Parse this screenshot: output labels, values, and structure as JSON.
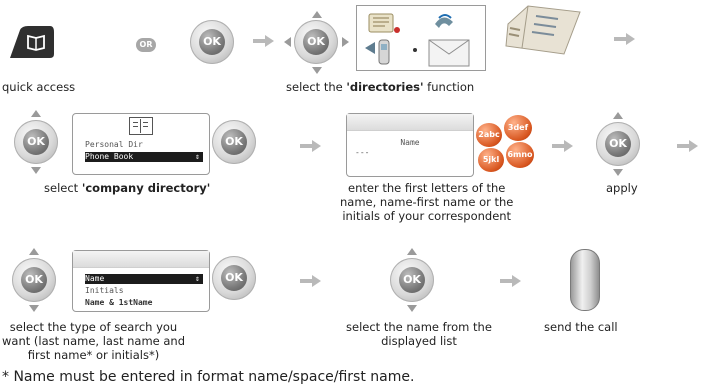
{
  "step1": {
    "caption": "quick access",
    "or_label": "OR",
    "ok_label": "OK",
    "caption_prefix": "select the ",
    "caption_bold": "'directories'",
    "caption_suffix": " function"
  },
  "step2": {
    "menu_items": [
      "Personal Dir",
      "Phone Book"
    ],
    "selected_index": 1,
    "caption_prefix": "select ",
    "caption_bold": "'company directory'",
    "ok_label": "OK",
    "name_screen_title": "Name",
    "name_screen_input": "---",
    "keys": [
      "2abc",
      "3def",
      "5jkl",
      "6mno"
    ],
    "enter_caption": [
      "enter the first letters of the",
      "name, name-first name or the",
      "initials of your correspondent"
    ],
    "apply_caption": "apply"
  },
  "step3": {
    "menu_items": [
      "Name",
      "Initials",
      "Name & 1stName"
    ],
    "selected_index": 0,
    "ok_label": "OK",
    "search_caption": [
      "select the type of search you",
      "want (last name, last name and",
      "first name* or initials*)"
    ],
    "select_caption": [
      "select the name from the",
      "displayed list"
    ],
    "send_caption": "send the call"
  },
  "footnote": "* Name must be entered in format name/space/first name."
}
